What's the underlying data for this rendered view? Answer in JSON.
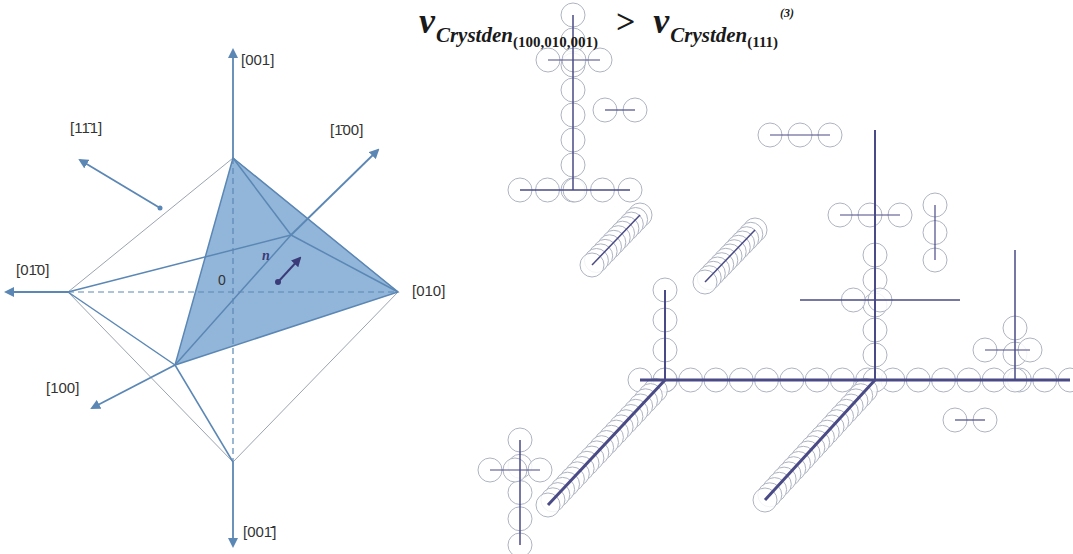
{
  "diagram": {
    "labels": [
      "v",
      "Crystden",
      "(100,010,001)",
      ">",
      "v",
      "Crystden",
      "(111)",
      "(3)",
      "[001]",
      "[11̄1]",
      "[1̄00]",
      "[01̄0]",
      "0",
      "[010]",
      "[100]",
      "[001̄]",
      "n"
    ]
  }
}
